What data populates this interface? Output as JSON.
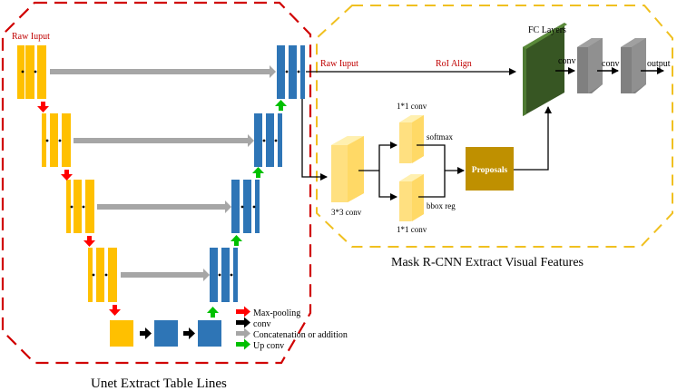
{
  "colors": {
    "encoder": "#FFC000",
    "decoder": "#2E75B6",
    "maxpool": "#FF0000",
    "conv": "#000000",
    "concat": "#A6A6A6",
    "upconv": "#00C000",
    "unet_frame": "#D00000",
    "maskrcnn_frame": "#F0C020",
    "fc_layer": "#375623",
    "gray_layer": "#808080",
    "rpn_block": "#FFE080",
    "proposals": "#BF9000",
    "red_label": "#C00000"
  },
  "unet": {
    "title": "Unet Extract Table Lines",
    "raw_input_label": "Raw Iuput",
    "legend": [
      {
        "icon": "red-arrow",
        "label": "Max-pooling"
      },
      {
        "icon": "black-arrow",
        "label": "conv"
      },
      {
        "icon": "gray-arrow",
        "label": "Concatenation or addition"
      },
      {
        "icon": "green-arrow",
        "label": "Up conv"
      }
    ]
  },
  "maskrcnn": {
    "title": "Mask R-CNN Extract Visual Features",
    "raw_input_label": "Raw Iuput",
    "roi_align_label": "RoI Align",
    "fc_layers_label": "FC Layers",
    "conv_label_1": "conv",
    "conv_label_2": "conv",
    "output_label": "output",
    "conv3x3_label": "3*3 conv",
    "conv1x1_top_label": "1*1 conv",
    "conv1x1_bottom_label": "1*1 conv",
    "softmax_label": "softmax",
    "bbox_reg_label": "bbox reg",
    "proposals_label": "Proposals"
  }
}
